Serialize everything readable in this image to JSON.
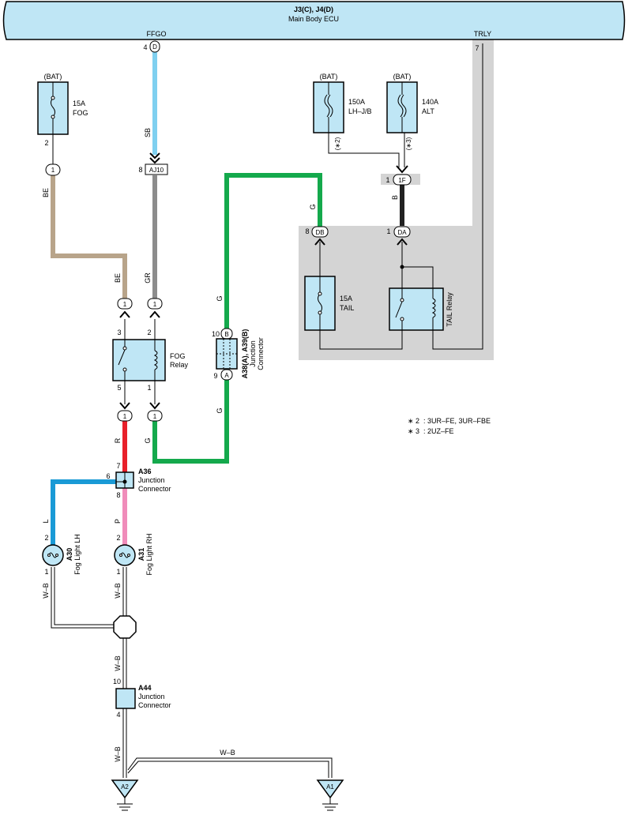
{
  "ecu": {
    "title": "J3(C), J4(D)",
    "subtitle": "Main Body ECU",
    "pin_ffgo": "FFGO",
    "pin_trly": "TRLY",
    "pin_ffgo_no": "4",
    "pin_ffgo_conn": "D",
    "pin_trly_no": "7"
  },
  "fuses": {
    "fog": {
      "source": "(BAT)",
      "rating": "15A",
      "name": "FOG",
      "pin": "2"
    },
    "lhjb": {
      "source": "(BAT)",
      "rating": "150A",
      "name": "LH–J/B",
      "note": "(∗2)"
    },
    "alt": {
      "source": "(BAT)",
      "rating": "140A",
      "name": "ALT",
      "note": "(∗3)"
    },
    "tail": {
      "rating": "15A",
      "name": "TAIL"
    }
  },
  "wires": {
    "sb": "SB",
    "be": "BE",
    "gr": "GR",
    "g": "G",
    "b": "B",
    "r": "R",
    "p": "P",
    "l": "L",
    "wb": "W–B"
  },
  "connectors": {
    "c_fog_be": "1",
    "aj10_pin": "8",
    "aj10": "AJ10",
    "fog_relay_in_l": "1",
    "fog_relay_in_r": "1",
    "fog_relay_out_l": "1",
    "fog_relay_out_r": "1",
    "db_pin": "8",
    "db": "DB",
    "da_pin": "1",
    "da": "DA",
    "f1_pin": "1",
    "f1": "1F"
  },
  "relays": {
    "fog": {
      "name1": "FOG",
      "name2": "Relay",
      "pin_tl": "3",
      "pin_tr": "2",
      "pin_bl": "5",
      "pin_br": "1"
    },
    "tail": {
      "name": "TAIL Relay"
    }
  },
  "junctions": {
    "a38": {
      "title": "A38(A), A39(B)",
      "line1": "Junction",
      "line2": "Connector",
      "pin_top": "10",
      "conn_top": "B",
      "pin_bot": "9",
      "conn_bot": "A"
    },
    "a36": {
      "title": "A36",
      "line1": "Junction",
      "line2": "Connector",
      "pin_top": "7",
      "pin_left": "6",
      "pin_bot": "8"
    },
    "a44": {
      "title": "A44",
      "line1": "Junction",
      "line2": "Connector",
      "pin_top": "10",
      "pin_bot": "4"
    }
  },
  "lights": {
    "lh": {
      "code": "A30",
      "name": "Fog Light LH",
      "pin_top": "2",
      "pin_bot": "1"
    },
    "rh": {
      "code": "A31",
      "name": "Fog Light RH",
      "pin_top": "2",
      "pin_bot": "1"
    }
  },
  "grounds": {
    "a2": "A2",
    "a1": "A1"
  },
  "notes": [
    {
      "mark": "∗ 2",
      "text": ": 3UR–FE,  3UR–FBE"
    },
    {
      "mark": "∗ 3",
      "text": ": 2UZ–FE"
    }
  ],
  "colors": {
    "ecu_fill": "#bfe6f5",
    "relay_fill": "#bfe6f5",
    "gray_bg": "#d4d4d4",
    "wire_sb": "#7fd0f0",
    "wire_be": "#b8a48a",
    "wire_gr": "#8c8c8c",
    "wire_g": "#14a94c",
    "wire_r": "#e8202a",
    "wire_p": "#f08cba",
    "wire_l": "#1a9ad6",
    "wire_b": "#222222"
  }
}
